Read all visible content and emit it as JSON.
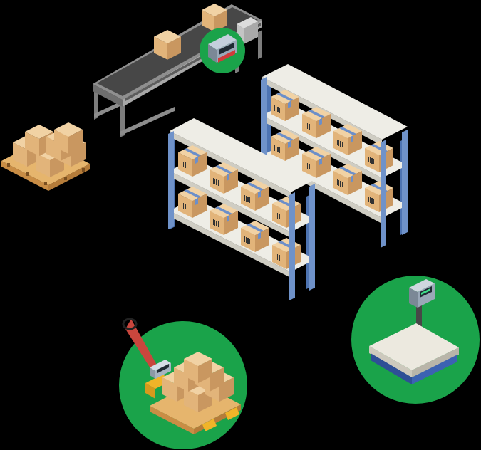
{
  "colors": {
    "background": "#000000",
    "circle_green": "#1aa34a",
    "rack_frame_blue": "#6f92c9",
    "shelf_white": "#eeede6",
    "box_top": "#f1d2a4",
    "box_left": "#e2b47a",
    "box_right": "#c99760",
    "box_tape": "#6c8fc9",
    "pallet_wood": "#d8a25c",
    "conveyor_belt": "#4a4a4a",
    "conveyor_frame": "#9a9a9a",
    "pallet_jack_red": "#c9463d",
    "pallet_jack_yellow": "#f0b429",
    "scale_platform": "#ece9df",
    "scale_base_blue": "#3c62b2",
    "indicator_red": "#d13b3b",
    "display_green": "#3ee08a"
  },
  "scene": {
    "objects": [
      {
        "name": "conveyor-belt",
        "icon": "conveyor-icon"
      },
      {
        "name": "conveyor-weighing-indicator",
        "icon": "weighing-indicator-icon"
      },
      {
        "name": "pallet-with-boxes",
        "icon": "pallet-icon"
      },
      {
        "name": "shelving-rack-left",
        "icon": "shelving-icon"
      },
      {
        "name": "shelving-rack-right",
        "icon": "shelving-icon"
      },
      {
        "name": "pallet-jack-scale",
        "icon": "pallet-jack-icon"
      },
      {
        "name": "platform-scale",
        "icon": "platform-scale-icon"
      }
    ]
  }
}
